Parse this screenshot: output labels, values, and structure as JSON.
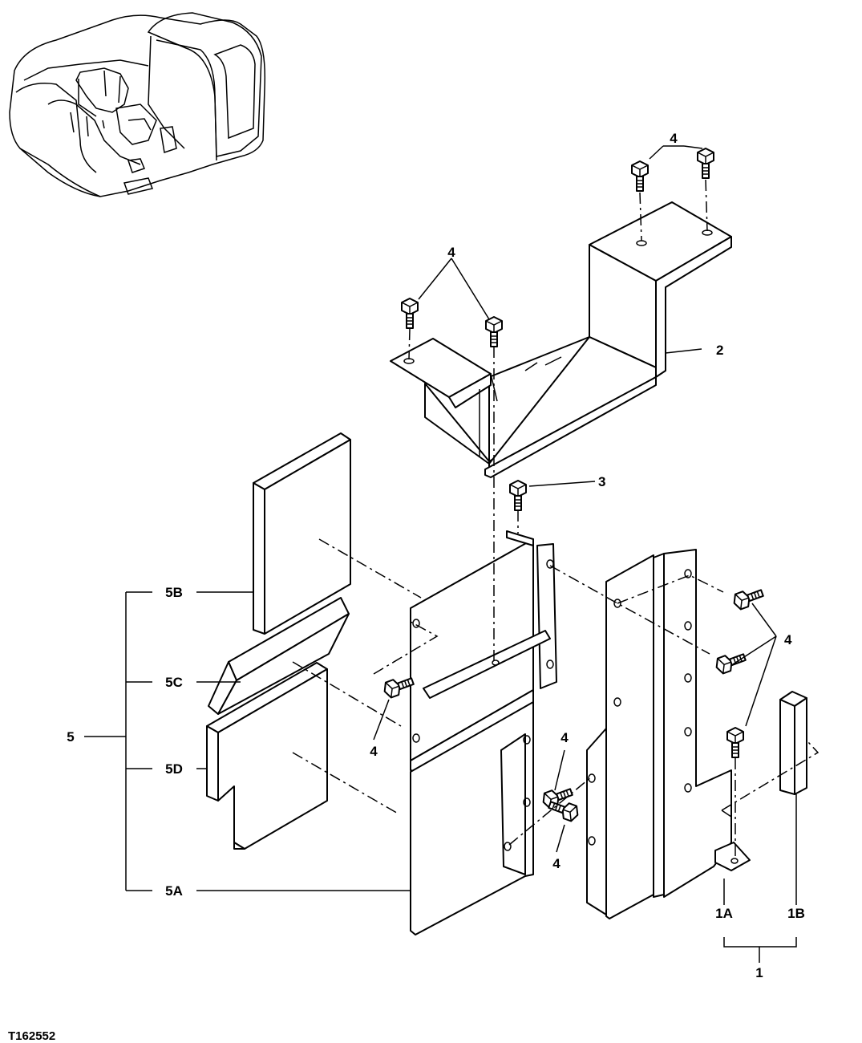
{
  "figure_id": "T162552",
  "callouts": {
    "c1": "1",
    "c1a": "1A",
    "c1b": "1B",
    "c2": "2",
    "c3": "3",
    "c4": "4",
    "c5": "5",
    "c5a": "5A",
    "c5b": "5B",
    "c5c": "5C",
    "c5d": "5D"
  }
}
